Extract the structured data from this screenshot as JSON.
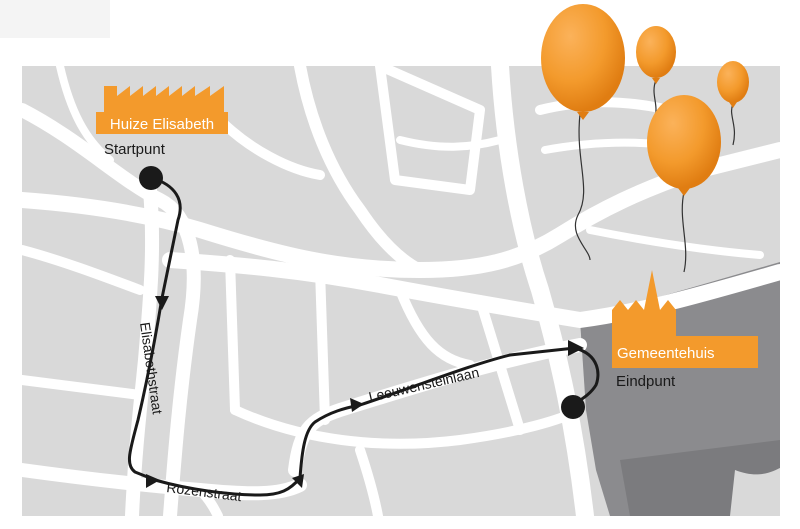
{
  "start": {
    "name": "Huize Elisabeth",
    "caption": "Startpunt"
  },
  "end": {
    "name": "Gemeentehuis",
    "caption": "Eindpunt"
  },
  "streets": {
    "elisabethstraat": "Elisabethstraat",
    "rozenstraat": "Rozenstraat",
    "leeuwensteinlaan": "Leeuwensteinlaan"
  },
  "colors": {
    "map_background": "#d9d9d9",
    "road": "#ffffff",
    "town_hall_area": "#8a8a8d",
    "accent_orange": "#f39a2c",
    "route": "#1a1a1a"
  },
  "icons": {
    "start_building": "house-icon",
    "end_building": "town-hall-icon",
    "balloons": "balloon-icon"
  }
}
